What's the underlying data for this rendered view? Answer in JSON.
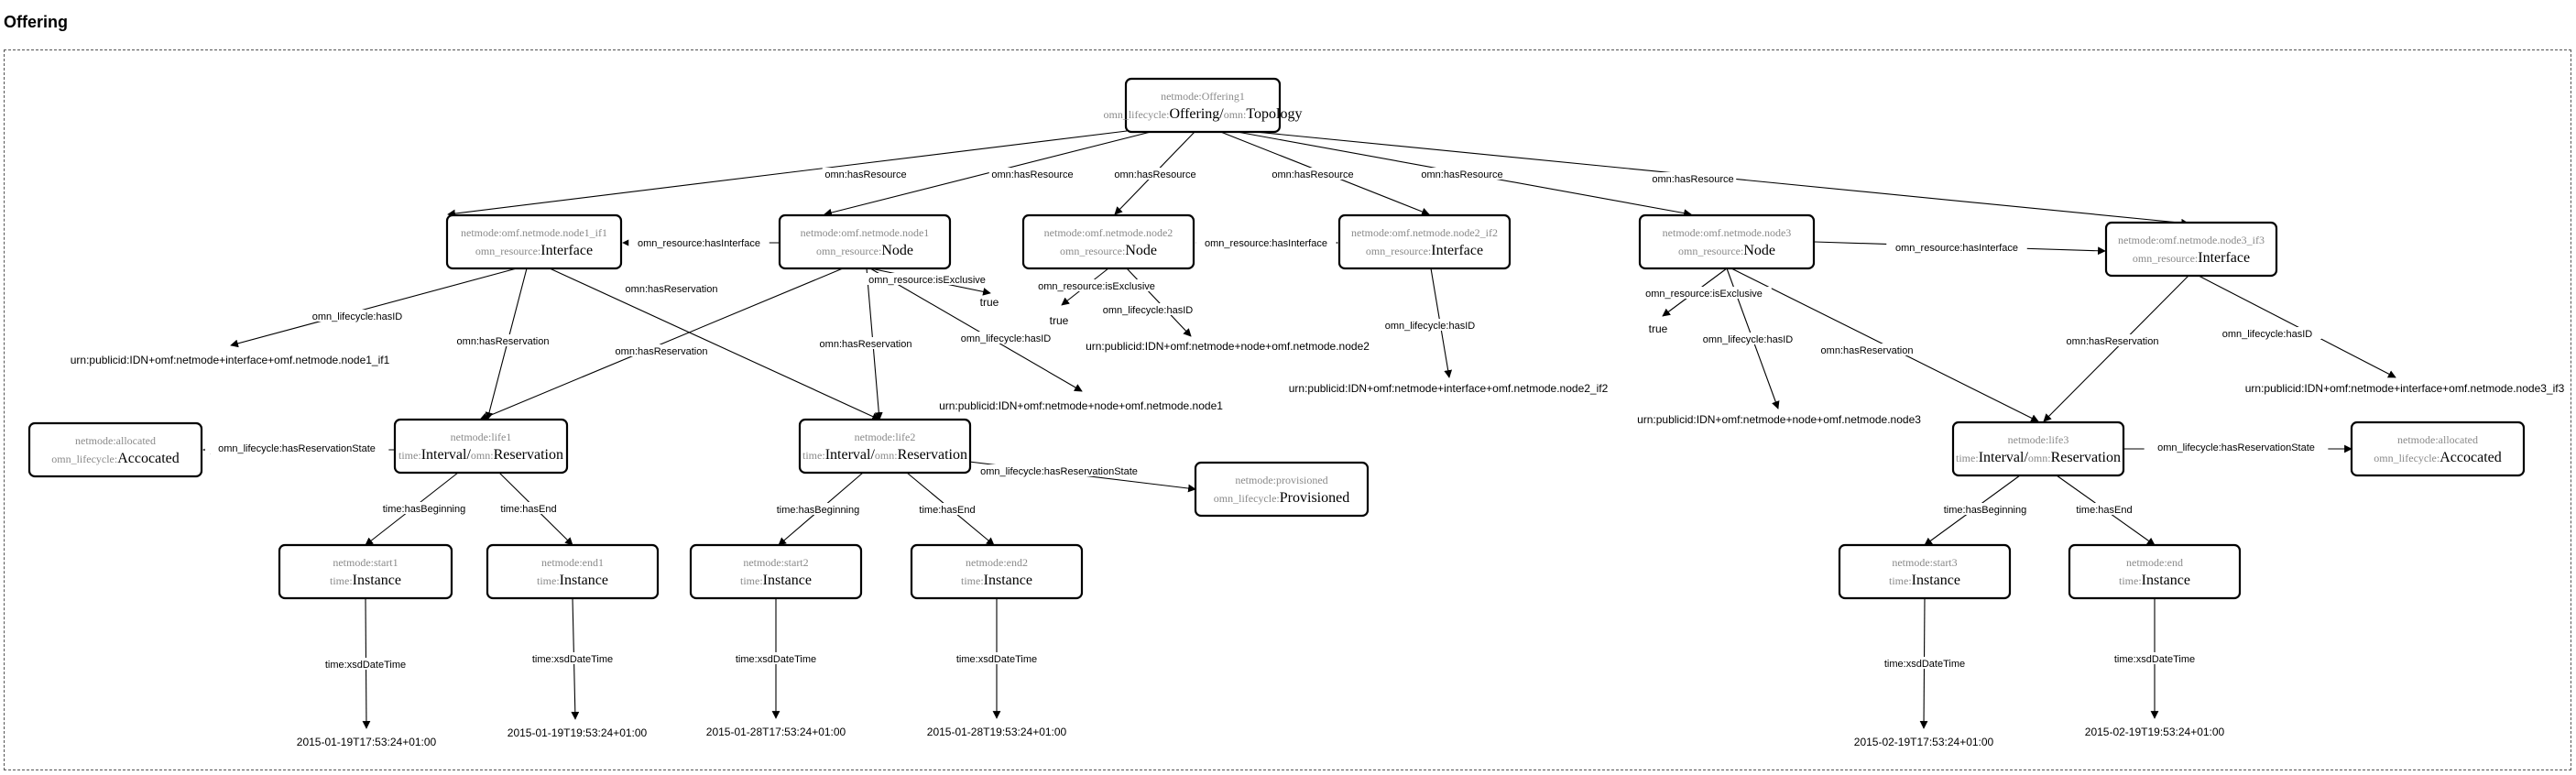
{
  "title": "Offering",
  "nodes": [
    {
      "id": "offering1",
      "iri": "netmode:Offering1",
      "types": [
        {
          "prefix": "omn_lifecycle:",
          "name": "Offering"
        },
        {
          "prefix": "omn:",
          "name": "Topology"
        }
      ]
    },
    {
      "id": "node1_if1",
      "iri": "netmode:omf.netmode.node1_if1",
      "types": [
        {
          "prefix": "omn_resource:",
          "name": "Interface"
        }
      ]
    },
    {
      "id": "node1",
      "iri": "netmode:omf.netmode.node1",
      "types": [
        {
          "prefix": "omn_resource:",
          "name": "Node"
        }
      ]
    },
    {
      "id": "node2",
      "iri": "netmode:omf.netmode.node2",
      "types": [
        {
          "prefix": "omn_resource:",
          "name": "Node"
        }
      ]
    },
    {
      "id": "node2_if2",
      "iri": "netmode:omf.netmode.node2_if2",
      "types": [
        {
          "prefix": "omn_resource:",
          "name": "Interface"
        }
      ]
    },
    {
      "id": "node3",
      "iri": "netmode:omf.netmode.node3",
      "types": [
        {
          "prefix": "omn_resource:",
          "name": "Node"
        }
      ]
    },
    {
      "id": "node3_if3",
      "iri": "netmode:omf.netmode.node3_if3",
      "types": [
        {
          "prefix": "omn_resource:",
          "name": "Interface"
        }
      ]
    },
    {
      "id": "allocated1",
      "iri": "netmode:allocated",
      "types": [
        {
          "prefix": "omn_lifecycle:",
          "name": "Accocated"
        }
      ]
    },
    {
      "id": "life1",
      "iri": "netmode:life1",
      "types": [
        {
          "prefix": "time:",
          "name": "Interval"
        },
        {
          "prefix": "omn:",
          "name": "Reservation"
        }
      ]
    },
    {
      "id": "life2",
      "iri": "netmode:life2",
      "types": [
        {
          "prefix": "time:",
          "name": "Interval"
        },
        {
          "prefix": "omn:",
          "name": "Reservation"
        }
      ]
    },
    {
      "id": "provisioned",
      "iri": "netmode:provisioned",
      "types": [
        {
          "prefix": "omn_lifecycle:",
          "name": "Provisioned"
        }
      ]
    },
    {
      "id": "life3",
      "iri": "netmode:life3",
      "types": [
        {
          "prefix": "time:",
          "name": "Interval"
        },
        {
          "prefix": "omn:",
          "name": "Reservation"
        }
      ]
    },
    {
      "id": "allocated3",
      "iri": "netmode:allocated",
      "types": [
        {
          "prefix": "omn_lifecycle:",
          "name": "Accocated"
        }
      ]
    },
    {
      "id": "start1",
      "iri": "netmode:start1",
      "types": [
        {
          "prefix": "time:",
          "name": "Instance"
        }
      ]
    },
    {
      "id": "end1",
      "iri": "netmode:end1",
      "types": [
        {
          "prefix": "time:",
          "name": "Instance"
        }
      ]
    },
    {
      "id": "start2",
      "iri": "netmode:start2",
      "types": [
        {
          "prefix": "time:",
          "name": "Instance"
        }
      ]
    },
    {
      "id": "end2",
      "iri": "netmode:end2",
      "types": [
        {
          "prefix": "time:",
          "name": "Instance"
        }
      ]
    },
    {
      "id": "start3",
      "iri": "netmode:start3",
      "types": [
        {
          "prefix": "time:",
          "name": "Instance"
        }
      ]
    },
    {
      "id": "end3",
      "iri": "netmode:end",
      "types": [
        {
          "prefix": "time:",
          "name": "Instance"
        }
      ]
    }
  ],
  "literals": [
    {
      "id": "lit_if1_id",
      "text": "urn:publicid:IDN+omf:netmode+interface+omf.netmode.node1_if1"
    },
    {
      "id": "lit_node1_id",
      "text": "urn:publicid:IDN+omf:netmode+node+omf.netmode.node1"
    },
    {
      "id": "lit_node1_excl",
      "text": "true"
    },
    {
      "id": "lit_node2_excl",
      "text": "true"
    },
    {
      "id": "lit_node2_id",
      "text": "urn:publicid:IDN+omf:netmode+node+omf.netmode.node2"
    },
    {
      "id": "lit_if2_id",
      "text": "urn:publicid:IDN+omf:netmode+interface+omf.netmode.node2_if2"
    },
    {
      "id": "lit_node3_excl",
      "text": "true"
    },
    {
      "id": "lit_node3_id",
      "text": "urn:publicid:IDN+omf:netmode+node+omf.netmode.node3"
    },
    {
      "id": "lit_if3_id",
      "text": "urn:publicid:IDN+omf:netmode+interface+omf.netmode.node3_if3"
    },
    {
      "id": "lit_start1",
      "text": "2015-01-19T17:53:24+01:00"
    },
    {
      "id": "lit_end1",
      "text": "2015-01-19T19:53:24+01:00"
    },
    {
      "id": "lit_start2",
      "text": "2015-01-28T17:53:24+01:00"
    },
    {
      "id": "lit_end2",
      "text": "2015-01-28T19:53:24+01:00"
    },
    {
      "id": "lit_start3",
      "text": "2015-02-19T17:53:24+01:00"
    },
    {
      "id": "lit_end3",
      "text": "2015-02-19T19:53:24+01:00"
    }
  ],
  "edges": [
    {
      "from": "offering1",
      "to": "node1_if1",
      "label": "omn:hasResource"
    },
    {
      "from": "offering1",
      "to": "node1",
      "label": "omn:hasResource"
    },
    {
      "from": "offering1",
      "to": "node2",
      "label": "omn:hasResource"
    },
    {
      "from": "offering1",
      "to": "node2_if2",
      "label": "omn:hasResource"
    },
    {
      "from": "offering1",
      "to": "node3",
      "label": "omn:hasResource"
    },
    {
      "from": "offering1",
      "to": "node3_if3",
      "label": "omn:hasResource"
    },
    {
      "from": "node1",
      "to": "node1_if1",
      "label": "omn_resource:hasInterface"
    },
    {
      "from": "node2",
      "to": "node2_if2",
      "label": "omn_resource:hasInterface"
    },
    {
      "from": "node3",
      "to": "node3_if3",
      "label": "omn_resource:hasInterface"
    },
    {
      "from": "node1_if1",
      "to": "lit_if1_id",
      "label": "omn_lifecycle:hasID"
    },
    {
      "from": "node1_if1",
      "to": "life1",
      "label": "omn:hasReservation"
    },
    {
      "from": "node1_if1",
      "to": "life2",
      "label": "omn:hasReservation"
    },
    {
      "from": "node1",
      "to": "life1",
      "label": "omn:hasReservation"
    },
    {
      "from": "node1",
      "to": "life2",
      "label": "omn:hasReservation"
    },
    {
      "from": "node1",
      "to": "lit_node1_excl",
      "label": "omn_resource:isExclusive"
    },
    {
      "from": "node1",
      "to": "lit_node1_id",
      "label": "omn_lifecycle:hasID"
    },
    {
      "from": "node2",
      "to": "lit_node2_excl",
      "label": "omn_resource:isExclusive"
    },
    {
      "from": "node2",
      "to": "lit_node2_id",
      "label": "omn_lifecycle:hasID"
    },
    {
      "from": "node2_if2",
      "to": "lit_if2_id",
      "label": "omn_lifecycle:hasID"
    },
    {
      "from": "node3",
      "to": "lit_node3_excl",
      "label": "omn_resource:isExclusive"
    },
    {
      "from": "node3",
      "to": "lit_node3_id",
      "label": "omn_lifecycle:hasID"
    },
    {
      "from": "node3",
      "to": "life3",
      "label": "omn:hasReservation"
    },
    {
      "from": "node3_if3",
      "to": "life3",
      "label": "omn:hasReservation"
    },
    {
      "from": "node3_if3",
      "to": "lit_if3_id",
      "label": "omn_lifecycle:hasID"
    },
    {
      "from": "life1",
      "to": "allocated1",
      "label": "omn_lifecycle:hasReservationState"
    },
    {
      "from": "life2",
      "to": "provisioned",
      "label": "omn_lifecycle:hasReservationState"
    },
    {
      "from": "life3",
      "to": "allocated3",
      "label": "omn_lifecycle:hasReservationState"
    },
    {
      "from": "life1",
      "to": "start1",
      "label": "time:hasBeginning"
    },
    {
      "from": "life1",
      "to": "end1",
      "label": "time:hasEnd"
    },
    {
      "from": "life2",
      "to": "start2",
      "label": "time:hasBeginning"
    },
    {
      "from": "life2",
      "to": "end2",
      "label": "time:hasEnd"
    },
    {
      "from": "life3",
      "to": "start3",
      "label": "time:hasBeginning"
    },
    {
      "from": "life3",
      "to": "end3",
      "label": "time:hasEnd"
    },
    {
      "from": "start1",
      "to": "lit_start1",
      "label": "time:xsdDateTime"
    },
    {
      "from": "end1",
      "to": "lit_end1",
      "label": "time:xsdDateTime"
    },
    {
      "from": "start2",
      "to": "lit_start2",
      "label": "time:xsdDateTime"
    },
    {
      "from": "end2",
      "to": "lit_end2",
      "label": "time:xsdDateTime"
    },
    {
      "from": "start3",
      "to": "lit_start3",
      "label": "time:xsdDateTime"
    },
    {
      "from": "end3",
      "to": "lit_end3",
      "label": "time:xsdDateTime"
    }
  ]
}
